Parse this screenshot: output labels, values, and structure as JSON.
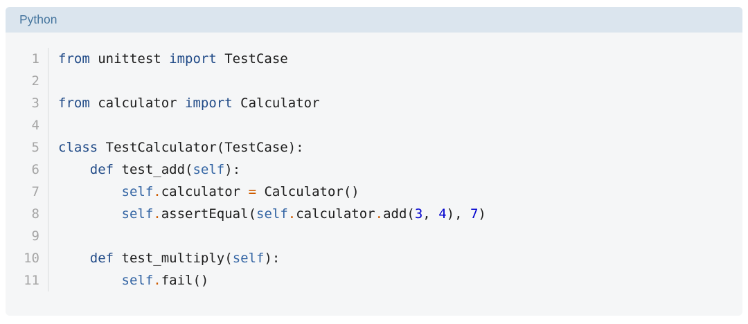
{
  "panel": {
    "header": {
      "label": "Python"
    },
    "colors": {
      "panel_bg": "#f5f6f7",
      "header_bg": "#dbe5ee",
      "header_text": "#45759e",
      "gutter_text": "#a5a5a5",
      "gutter_border": "#d8dadc",
      "code_text": "#1c1c1c",
      "keyword": "#204a87",
      "self": "#3465a4",
      "operator": "#ce5c00",
      "number": "#0000cf"
    },
    "code": {
      "language": "python",
      "lines": [
        {
          "number": "1",
          "tokens": [
            [
              "keyword",
              "from"
            ],
            [
              "text",
              " unittest "
            ],
            [
              "keyword",
              "import"
            ],
            [
              "text",
              " TestCase"
            ]
          ]
        },
        {
          "number": "2",
          "tokens": []
        },
        {
          "number": "3",
          "tokens": [
            [
              "keyword",
              "from"
            ],
            [
              "text",
              " calculator "
            ],
            [
              "keyword",
              "import"
            ],
            [
              "text",
              " Calculator"
            ]
          ]
        },
        {
          "number": "4",
          "tokens": []
        },
        {
          "number": "5",
          "tokens": [
            [
              "keyword",
              "class"
            ],
            [
              "text",
              " TestCalculator(TestCase):"
            ]
          ]
        },
        {
          "number": "6",
          "tokens": [
            [
              "text",
              "    "
            ],
            [
              "keyword",
              "def"
            ],
            [
              "text",
              " test_add("
            ],
            [
              "self",
              "self"
            ],
            [
              "text",
              "):"
            ]
          ]
        },
        {
          "number": "7",
          "tokens": [
            [
              "text",
              "        "
            ],
            [
              "self",
              "self"
            ],
            [
              "operator",
              "."
            ],
            [
              "text",
              "calculator "
            ],
            [
              "operator",
              "="
            ],
            [
              "text",
              " Calculator()"
            ]
          ]
        },
        {
          "number": "8",
          "tokens": [
            [
              "text",
              "        "
            ],
            [
              "self",
              "self"
            ],
            [
              "operator",
              "."
            ],
            [
              "text",
              "assertEqual("
            ],
            [
              "self",
              "self"
            ],
            [
              "operator",
              "."
            ],
            [
              "text",
              "calculator"
            ],
            [
              "operator",
              "."
            ],
            [
              "text",
              "add("
            ],
            [
              "number",
              "3"
            ],
            [
              "text",
              ", "
            ],
            [
              "number",
              "4"
            ],
            [
              "text",
              "), "
            ],
            [
              "number",
              "7"
            ],
            [
              "text",
              ")"
            ]
          ]
        },
        {
          "number": "9",
          "tokens": []
        },
        {
          "number": "10",
          "tokens": [
            [
              "text",
              "    "
            ],
            [
              "keyword",
              "def"
            ],
            [
              "text",
              " test_multiply("
            ],
            [
              "self",
              "self"
            ],
            [
              "text",
              "):"
            ]
          ]
        },
        {
          "number": "11",
          "tokens": [
            [
              "text",
              "        "
            ],
            [
              "self",
              "self"
            ],
            [
              "operator",
              "."
            ],
            [
              "text",
              "fail()"
            ]
          ]
        }
      ]
    }
  }
}
